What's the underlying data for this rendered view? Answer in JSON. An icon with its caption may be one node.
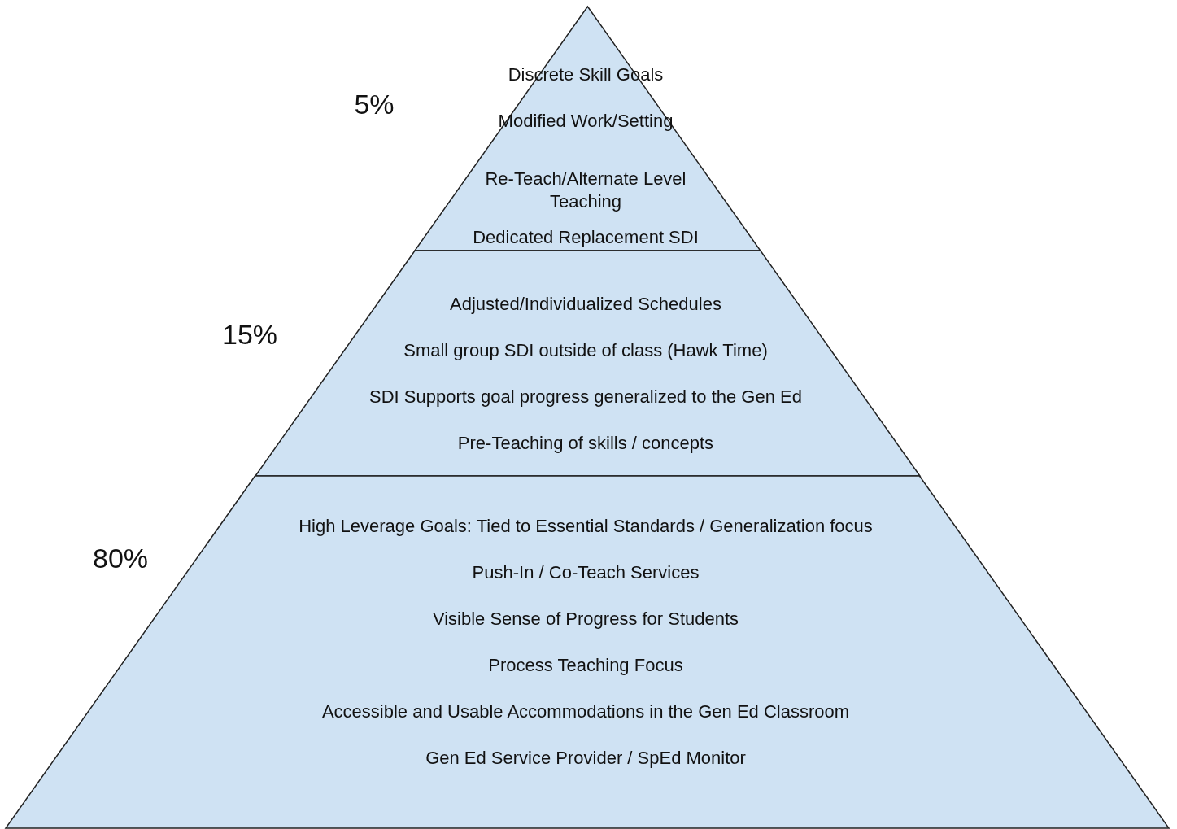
{
  "diagram": {
    "nodes": [
      {
        "text": [
          "Discrete Skill Goals",
          "Modified Work/Setting",
          "Re-Teach/Alternate Level Teaching",
          "Dedicated Replacement SDI"
        ],
        "beside": [
          "5%"
        ]
      },
      {
        "text": [
          "Adjusted/Individualized Schedules",
          "Small group SDI outside of class (Hawk Time)",
          "SDI Supports goal progress generalized to the Gen Ed",
          "Pre-Teaching of skills / concepts"
        ],
        "beside": [
          "15%"
        ]
      },
      {
        "text": [
          "High Leverage Goals: Tied to Essential Standards / Generalization focus",
          "Push-In / Co-Teach Services",
          "Visible Sense of Progress for Students",
          "Process Teaching Focus",
          "Accessible and Usable Accommodations in the Gen Ed Classroom",
          "Gen Ed Service Provider / SpEd Monitor"
        ],
        "beside": [
          "80%"
        ]
      }
    ]
  }
}
